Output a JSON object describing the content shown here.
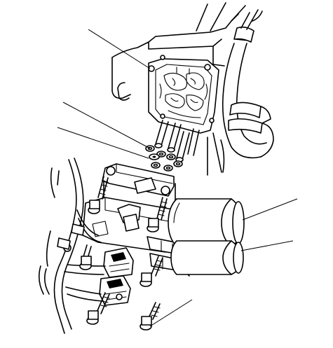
{
  "diagram": {
    "callouts": [
      {
        "id": "valve-body",
        "label": ""
      },
      {
        "id": "washer",
        "label": ""
      },
      {
        "id": "o-rings",
        "label": ""
      },
      {
        "id": "solenoid-upper",
        "label": ""
      },
      {
        "id": "solenoid-lower",
        "label": ""
      },
      {
        "id": "flange-bolt",
        "label": ""
      }
    ]
  }
}
